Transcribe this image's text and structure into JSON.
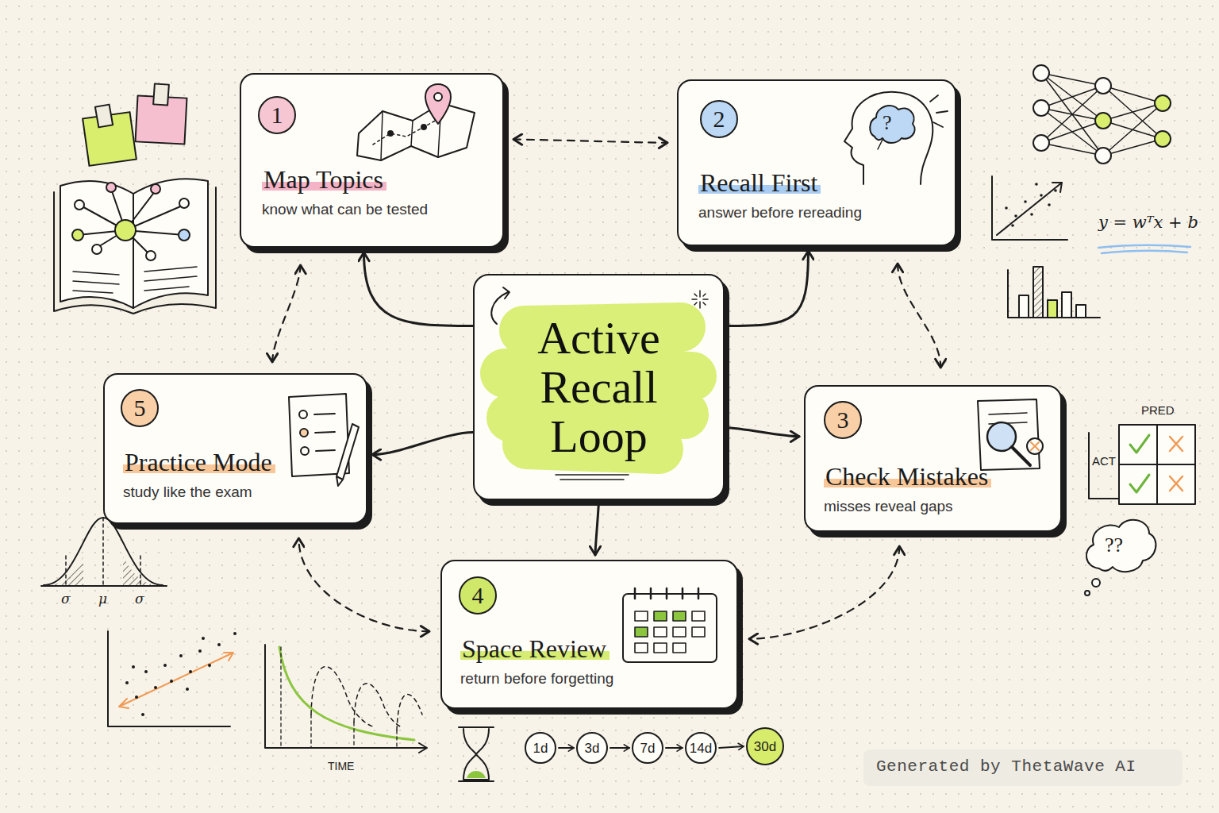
{
  "diagram": {
    "nodes": [
      {
        "text": [
          "Map Topics",
          "know what can be tested"
        ]
      },
      {
        "text": [
          "1"
        ],
        "in": 0
      },
      {
        "text": [
          "Recall First",
          "answer before rereading"
        ]
      },
      {
        "text": [
          "2"
        ],
        "in": 2
      },
      {
        "text": [
          "Active Recall Loop"
        ]
      },
      {
        "text": [
          "Practice Mode",
          "study like the exam"
        ]
      },
      {
        "text": [
          "5"
        ],
        "in": 5
      },
      {
        "text": [
          "Check Mistakes",
          "misses reveal gaps"
        ]
      },
      {
        "text": [
          "3"
        ],
        "in": 7
      },
      {
        "text": [
          "Space Review",
          "return before forgetting"
        ]
      },
      {
        "text": [
          "4"
        ],
        "in": 9
      },
      {
        "text": [
          "1d"
        ]
      },
      {
        "text": [
          "3d"
        ]
      },
      {
        "text": [
          "7d"
        ]
      },
      {
        "text": [
          "14d"
        ]
      },
      {
        "text": [
          "30d"
        ]
      }
    ],
    "edges": [
      {
        "from": 4,
        "to": 0,
        "arrow": "to"
      },
      {
        "from": 4,
        "to": 2,
        "arrow": "to"
      },
      {
        "from": 4,
        "to": 7,
        "arrow": "to"
      },
      {
        "from": 4,
        "to": 9,
        "arrow": "to"
      },
      {
        "from": 4,
        "to": 5,
        "arrow": "to"
      },
      {
        "from": 0,
        "to": 2,
        "arrow": "both"
      },
      {
        "from": 2,
        "to": 7,
        "arrow": "both"
      },
      {
        "from": 7,
        "to": 9,
        "arrow": "both"
      },
      {
        "from": 9,
        "to": 5,
        "arrow": "both"
      },
      {
        "from": 5,
        "to": 0,
        "arrow": "both"
      },
      {
        "from": 11,
        "to": 12,
        "arrow": "to"
      },
      {
        "from": 12,
        "to": 13,
        "arrow": "to"
      },
      {
        "from": 13,
        "to": 14,
        "arrow": "to"
      },
      {
        "from": 14,
        "to": 15,
        "arrow": "to"
      }
    ],
    "labels": [
      "?",
      "y = wᵀx + b",
      "PRED",
      "ACT",
      "??",
      "σ",
      "μ",
      "σ",
      "TIME",
      "Generated by ThetaWave AI"
    ]
  }
}
